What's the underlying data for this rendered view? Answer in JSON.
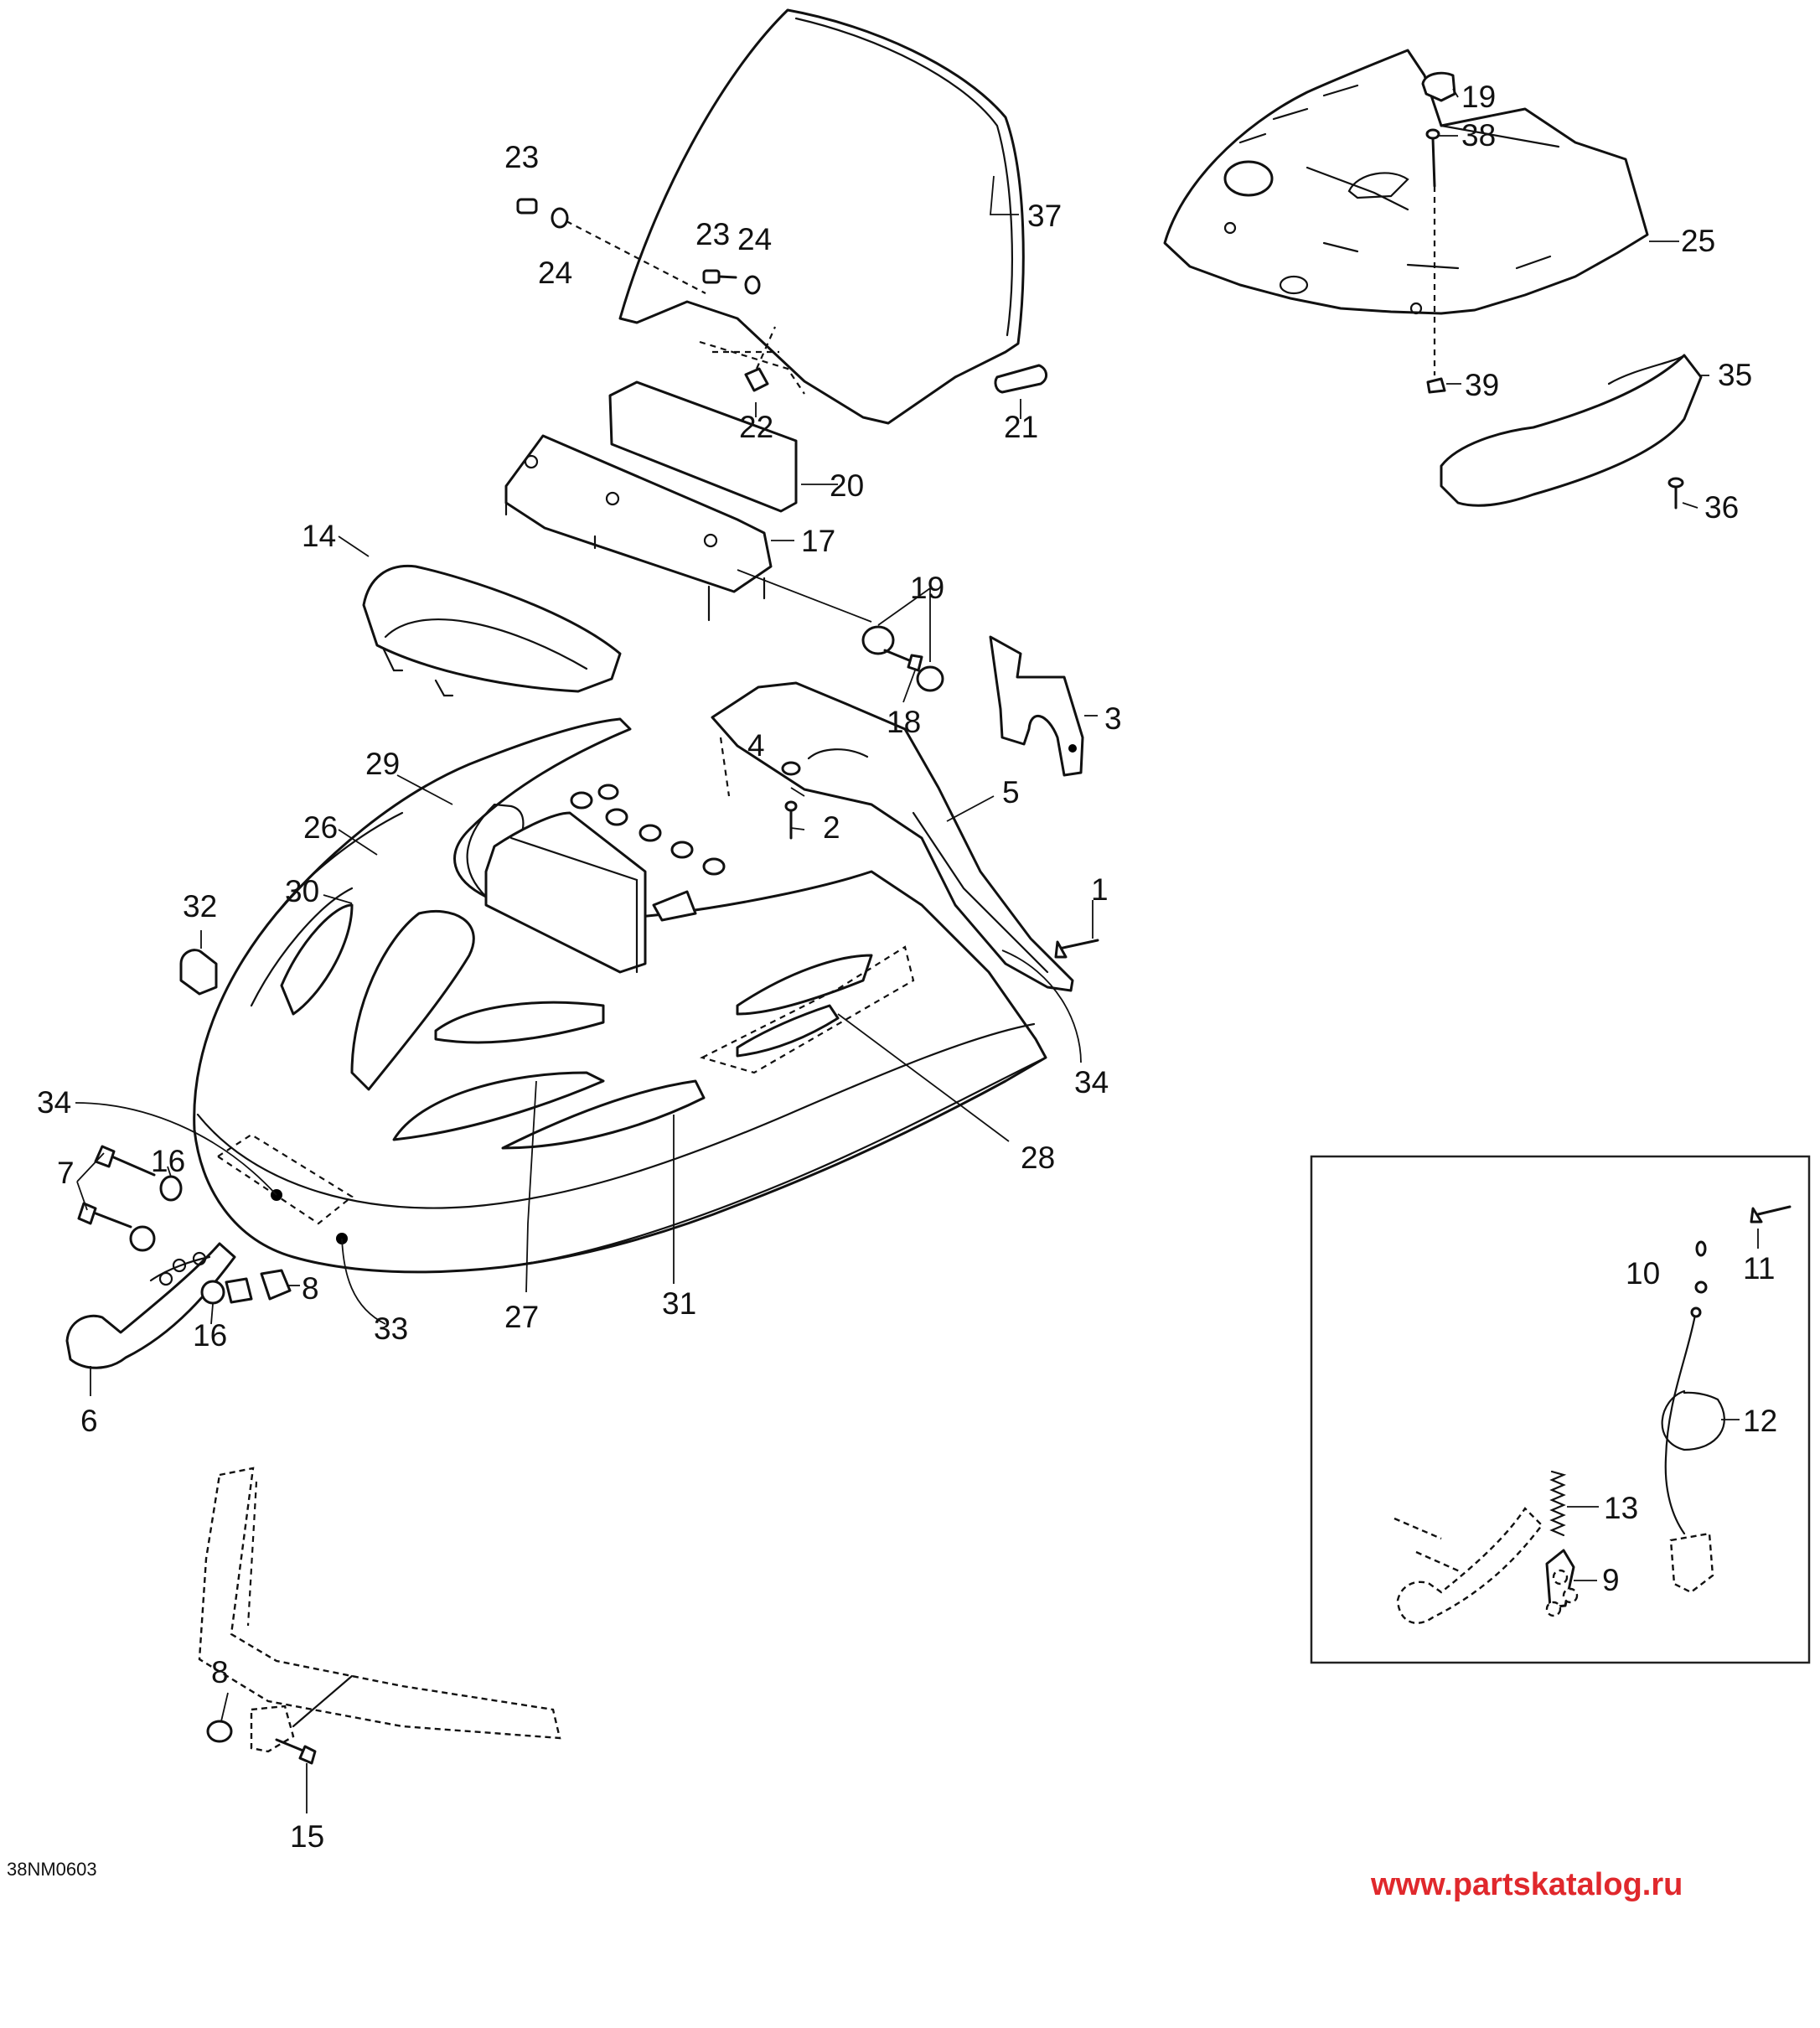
{
  "figure": {
    "reference_code": "38NM0603",
    "watermark": "www.partskatalog.ru"
  },
  "callouts": [
    {
      "id": "c1",
      "text": "1"
    },
    {
      "id": "c2",
      "text": "2"
    },
    {
      "id": "c3",
      "text": "3"
    },
    {
      "id": "c4",
      "text": "4"
    },
    {
      "id": "c5",
      "text": "5"
    },
    {
      "id": "c6",
      "text": "6"
    },
    {
      "id": "c7",
      "text": "7"
    },
    {
      "id": "c8a",
      "text": "8"
    },
    {
      "id": "c8b",
      "text": "8"
    },
    {
      "id": "c9",
      "text": "9"
    },
    {
      "id": "c10",
      "text": "10"
    },
    {
      "id": "c11",
      "text": "11"
    },
    {
      "id": "c12",
      "text": "12"
    },
    {
      "id": "c13",
      "text": "13"
    },
    {
      "id": "c14",
      "text": "14"
    },
    {
      "id": "c15",
      "text": "15"
    },
    {
      "id": "c16a",
      "text": "16"
    },
    {
      "id": "c16b",
      "text": "16"
    },
    {
      "id": "c17",
      "text": "17"
    },
    {
      "id": "c18",
      "text": "18"
    },
    {
      "id": "c19a",
      "text": "19"
    },
    {
      "id": "c19b",
      "text": "19"
    },
    {
      "id": "c20",
      "text": "20"
    },
    {
      "id": "c21",
      "text": "21"
    },
    {
      "id": "c22",
      "text": "22"
    },
    {
      "id": "c23a",
      "text": "23"
    },
    {
      "id": "c23b",
      "text": "23"
    },
    {
      "id": "c24a",
      "text": "24"
    },
    {
      "id": "c24b",
      "text": "24"
    },
    {
      "id": "c25",
      "text": "25"
    },
    {
      "id": "c26",
      "text": "26"
    },
    {
      "id": "c27",
      "text": "27"
    },
    {
      "id": "c28",
      "text": "28"
    },
    {
      "id": "c29",
      "text": "29"
    },
    {
      "id": "c30",
      "text": "30"
    },
    {
      "id": "c31",
      "text": "31"
    },
    {
      "id": "c32",
      "text": "32"
    },
    {
      "id": "c33",
      "text": "33"
    },
    {
      "id": "c34a",
      "text": "34"
    },
    {
      "id": "c34b",
      "text": "34"
    },
    {
      "id": "c35",
      "text": "35"
    },
    {
      "id": "c36",
      "text": "36"
    },
    {
      "id": "c37",
      "text": "37"
    },
    {
      "id": "c38",
      "text": "38"
    },
    {
      "id": "c39",
      "text": "39"
    }
  ]
}
